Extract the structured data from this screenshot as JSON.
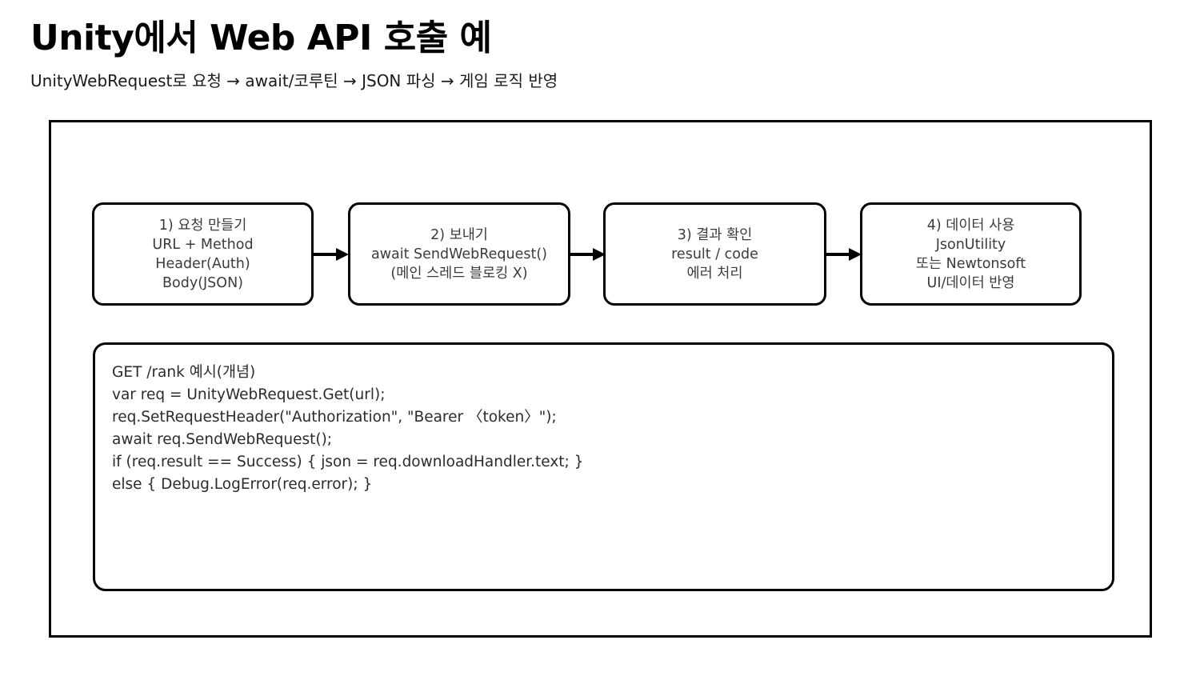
{
  "header": {
    "title": "Unity에서 Web API 호출 예",
    "subtitle": "UnityWebRequest로 요청 → await/코루틴 → JSON 파싱 → 게임 로직 반영"
  },
  "diagram": {
    "steps": [
      {
        "id": "step-1",
        "lines": [
          "1) 요청 만들기",
          "URL + Method",
          "Header(Auth)",
          "Body(JSON)"
        ]
      },
      {
        "id": "step-2",
        "lines": [
          "2) 보내기",
          "await SendWebRequest()",
          "(메인 스레드 블로킹 X)"
        ]
      },
      {
        "id": "step-3",
        "lines": [
          "3) 결과 확인",
          "result / code",
          "에러 처리"
        ]
      },
      {
        "id": "step-4",
        "lines": [
          "4) 데이터 사용",
          "JsonUtility",
          "또는 Newtonsoft",
          "UI/데이터 반영"
        ]
      }
    ],
    "arrows": [
      "arrow-right-icon",
      "arrow-right-icon",
      "arrow-right-icon"
    ],
    "code": {
      "lines": [
        "GET /rank 예시(개념)",
        "var req = UnityWebRequest.Get(url);",
        "req.SetRequestHeader(\"Authorization\", \"Bearer 〈token〉\");",
        "await req.SendWebRequest();",
        "if (req.result == Success) { json = req.downloadHandler.text; }",
        "else { Debug.LogError(req.error); }"
      ]
    }
  },
  "colors": {
    "background": "#ffffff",
    "stroke": "#000000",
    "title_text": "#000000",
    "subtitle_text": "#1a1a1a",
    "box_text": "#3b3b3b",
    "code_text": "#2b2b2b"
  }
}
